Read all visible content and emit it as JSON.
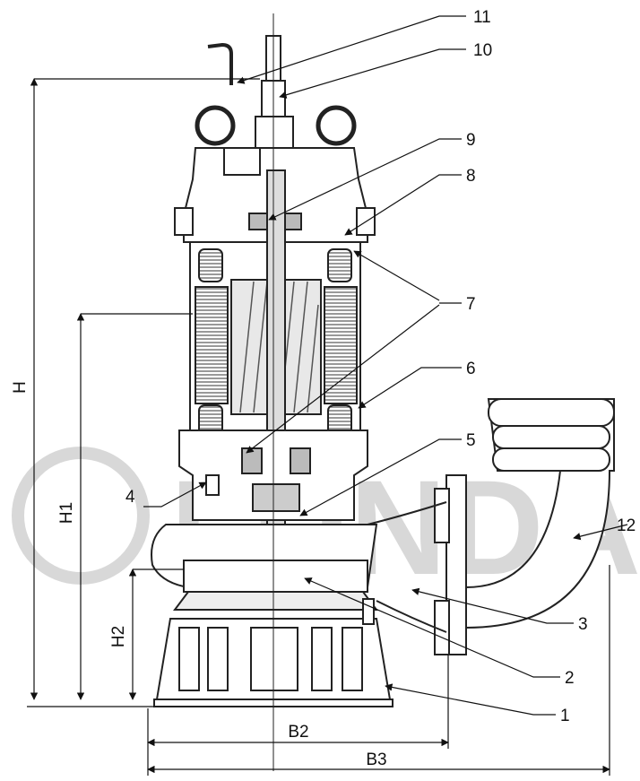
{
  "watermark": "LUNDA",
  "callouts": {
    "c1": "1",
    "c2": "2",
    "c3": "3",
    "c4": "4",
    "c5": "5",
    "c6": "6",
    "c7": "7",
    "c8": "8",
    "c9": "9",
    "c10": "10",
    "c11": "11",
    "c12": "12"
  },
  "dimensions": {
    "H": "H",
    "H1": "H1",
    "H2": "H2",
    "B2": "B2",
    "B3": "B3"
  }
}
